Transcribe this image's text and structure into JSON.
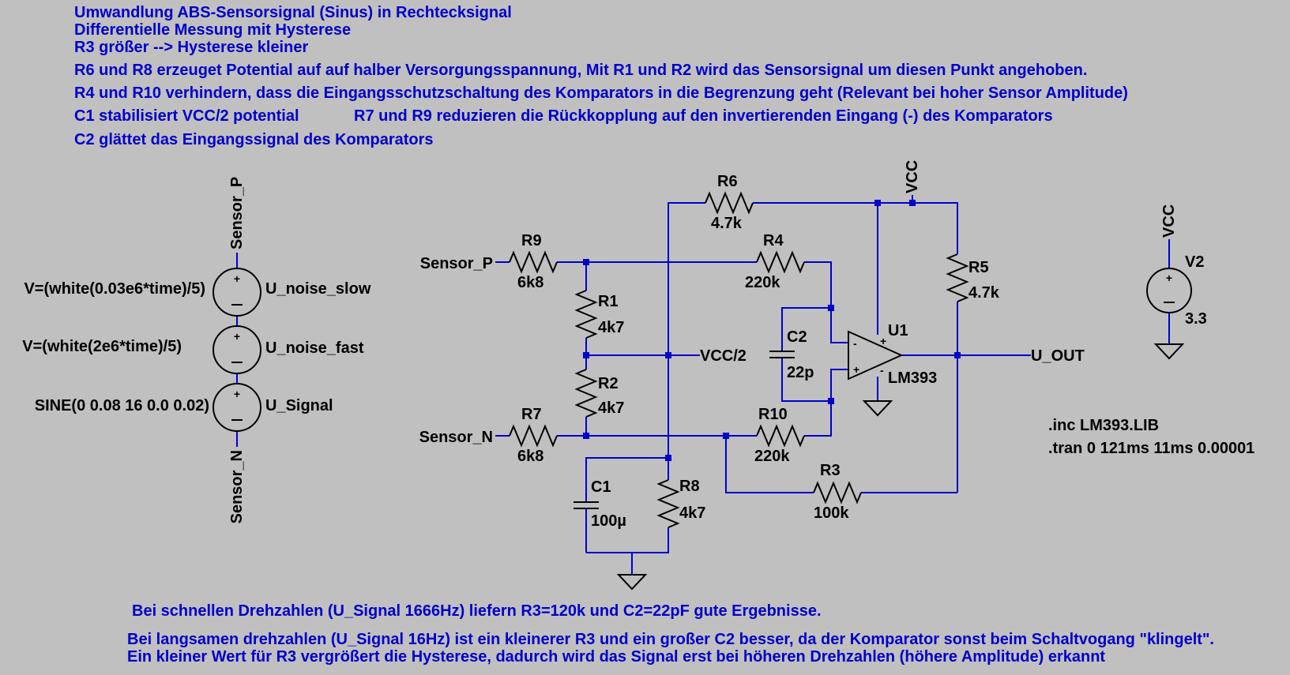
{
  "notes": {
    "title": "Umwandlung ABS-Sensorsignal (Sinus) in Rechtecksignal",
    "subtitle": "Differentielle Messung mit Hysterese",
    "hysteresis": "R3 größer --> Hysterese kleiner",
    "bias": "R6 und R8 erzeuget Potential auf  auf halber Versorgungsspannung, Mit R1 und R2 wird das Sensorsignal um diesen Punkt angehoben.",
    "protection": "R4 und R10 verhindern, dass die Eingangsschutzschaltung des Komparators in die Begrenzung geht (Relevant  bei hoher Sensor Amplitude)",
    "c1": "C1 stabilisiert VCC/2 potential",
    "feedback": "R7 und R9 reduzieren die Rückkopplung auf den invertierenden Eingang (-) des Komparators",
    "c2": "C2 glättet das Eingangssignal des Komparators",
    "fast": "Bei schnellen Drehzahlen (U_Signal 1666Hz) liefern R3=120k und C2=22pF gute Ergebnisse.",
    "slow": "Bei langsamen drehzahlen (U_Signal 16Hz) ist ein kleinerer R3 und ein großer C2 besser, da der Komparator sonst beim Schaltvogang \"klingelt\".",
    "small_r3": "Ein kleiner Wert für R3 vergrößert die Hysterese, dadurch wird das Signal erst bei höheren Drehzahlen (höhere Amplitude) erkannt"
  },
  "nets": {
    "sensor_p": "Sensor_P",
    "sensor_n": "Sensor_N",
    "vcc": "VCC",
    "vcc_half": "VCC/2",
    "u_out": "U_OUT"
  },
  "sources": [
    {
      "name": "U_noise_slow",
      "value": "V=(white(0.03e6*time)/5)"
    },
    {
      "name": "U_noise_fast",
      "value": "V=(white(2e6*time)/5)"
    },
    {
      "name": "U_Signal",
      "value": "SINE(0 0.08 16 0.0 0.02)"
    },
    {
      "name": "V2",
      "value": "3.3"
    }
  ],
  "components": {
    "R1": {
      "name": "R1",
      "value": "4k7"
    },
    "R2": {
      "name": "R2",
      "value": "4k7"
    },
    "R3": {
      "name": "R3",
      "value": "100k"
    },
    "R4": {
      "name": "R4",
      "value": "220k"
    },
    "R5": {
      "name": "R5",
      "value": "4.7k"
    },
    "R6": {
      "name": "R6",
      "value": "4.7k"
    },
    "R7": {
      "name": "R7",
      "value": "6k8"
    },
    "R8": {
      "name": "R8",
      "value": "4k7"
    },
    "R9": {
      "name": "R9",
      "value": "6k8"
    },
    "R10": {
      "name": "R10",
      "value": "220k"
    },
    "C1": {
      "name": "C1",
      "value": "100µ"
    },
    "C2": {
      "name": "C2",
      "value": "22p"
    },
    "U1": {
      "name": "U1",
      "value": "LM393",
      "plus": "+",
      "minus": "-"
    }
  },
  "directives": {
    "inc": ".inc LM393.LIB",
    "tran": ".tran 0 121ms 11ms 0.00001"
  },
  "colors": {
    "background": "#c0c0c0",
    "wire": "#0000cc",
    "annotation": "#0000cc",
    "component": "#000000"
  }
}
